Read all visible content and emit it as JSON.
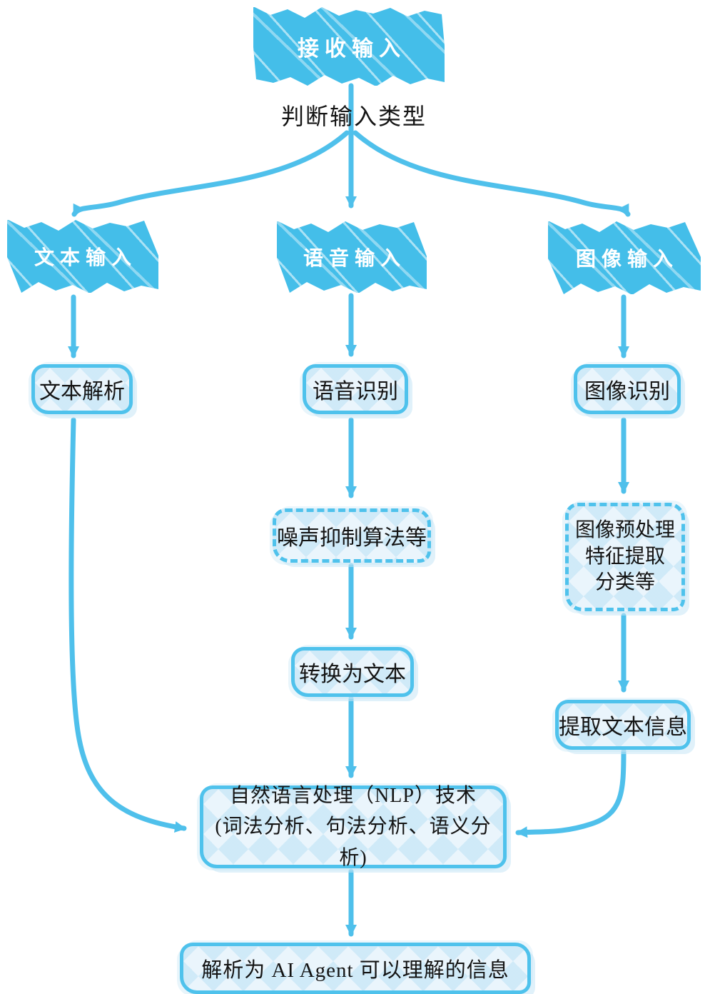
{
  "diagram": {
    "type": "flowchart",
    "language": "zh-CN",
    "nodes": {
      "receive_input": {
        "label": "接收输入",
        "style": "solid"
      },
      "branch_label": {
        "label": "判断输入类型"
      },
      "text_input": {
        "label": "文本输入",
        "style": "solid"
      },
      "voice_input": {
        "label": "语音输入",
        "style": "solid"
      },
      "image_input": {
        "label": "图像输入",
        "style": "solid"
      },
      "text_parse": {
        "label": "文本解析",
        "style": "outlined"
      },
      "voice_recognize": {
        "label": "语音识别",
        "style": "outlined"
      },
      "image_recognize": {
        "label": "图像识别",
        "style": "outlined"
      },
      "noise_suppress": {
        "label": "噪声抑制算法等",
        "style": "dashed"
      },
      "image_preprocess": {
        "lines": [
          "图像预处理",
          "特征提取",
          "分类等"
        ],
        "style": "dashed"
      },
      "convert_to_text": {
        "label": "转换为文本",
        "style": "outlined"
      },
      "extract_text": {
        "label": "提取文本信息",
        "style": "outlined"
      },
      "nlp": {
        "lines": [
          "自然语言处理（NLP）技术",
          "(词法分析、句法分析、语义分析)"
        ],
        "style": "outlined"
      },
      "final": {
        "label": "解析为 AI Agent 可以理解的信息",
        "style": "outlined"
      }
    },
    "edges": [
      "接收输入 → 判断输入类型(分支)",
      "判断输入类型 → 文本输入",
      "判断输入类型 → 语音输入",
      "判断输入类型 → 图像输入",
      "文本输入 → 文本解析",
      "语音输入 → 语音识别",
      "图像输入 → 图像识别",
      "语音识别 → 噪声抑制算法等",
      "图像识别 → 图像预处理特征提取分类等",
      "噪声抑制算法等 → 转换为文本",
      "图像预处理特征提取分类等 → 提取文本信息",
      "文本解析 → 自然语言处理（NLP）技术",
      "转换为文本 → 自然语言处理（NLP）技术",
      "提取文本信息 → 自然语言处理（NLP）技术",
      "自然语言处理（NLP）技术 → 解析为 AI Agent 可以理解的信息"
    ],
    "colors": {
      "solid_fill": "#44BEE9",
      "outline": "#4FC2EC",
      "arrow": "#4FC0EB",
      "light_fill": "#EAF5FC",
      "diamond_pattern": "#B0DBF3",
      "text_on_solid": "#FFFFFF",
      "text_dark": "#141414",
      "background": "#FFFFFF"
    }
  }
}
